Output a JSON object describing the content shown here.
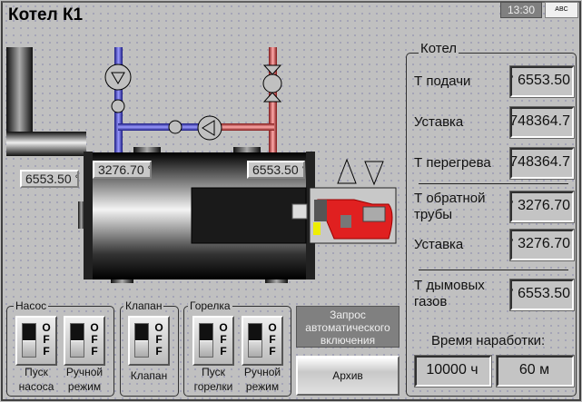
{
  "header": {
    "title": "Котел К1",
    "clock": "13:30",
    "keyboard_label": "ABC"
  },
  "scheme": {
    "flue_temp_display": "6553.50 °",
    "return_temp_display": "3276.70 °",
    "supply_temp_display": "6553.50 °",
    "pipe_colors": {
      "cold": "#2a2ab0",
      "hot": "#b03030"
    },
    "burner_color": "#e02020"
  },
  "boiler_panel": {
    "legend": "Котел",
    "rows": [
      {
        "label": "Т подачи",
        "value": "6553.50 °"
      },
      {
        "label": "Уставка",
        "value": "748364.7"
      },
      {
        "label": "Т перегрева",
        "value": "748364.7"
      },
      {
        "label": "Т обратной трубы",
        "value": "3276.70 °"
      },
      {
        "label": "Уставка",
        "value": "3276.70 °"
      },
      {
        "label": "Т дымовых газов",
        "value": "6553.50 °"
      }
    ],
    "runtime_label": "Время наработки:",
    "runtime_hours": "10000  ч",
    "runtime_minutes": "60  м"
  },
  "controls": {
    "pump_group": "Насос",
    "valve_group": "Клапан",
    "burner_group": "Горелка",
    "switch_state": "OFF",
    "switches": [
      {
        "label_1": "Пуск",
        "label_2": "насоса"
      },
      {
        "label_1": "Ручной",
        "label_2": "режим"
      },
      {
        "label_1": "Клапан",
        "label_2": ""
      },
      {
        "label_1": "Пуск",
        "label_2": "горелки"
      },
      {
        "label_1": "Ручной",
        "label_2": "режим"
      }
    ],
    "auto_request": "Запрос автоматического включения",
    "archive_button": "Архив"
  }
}
